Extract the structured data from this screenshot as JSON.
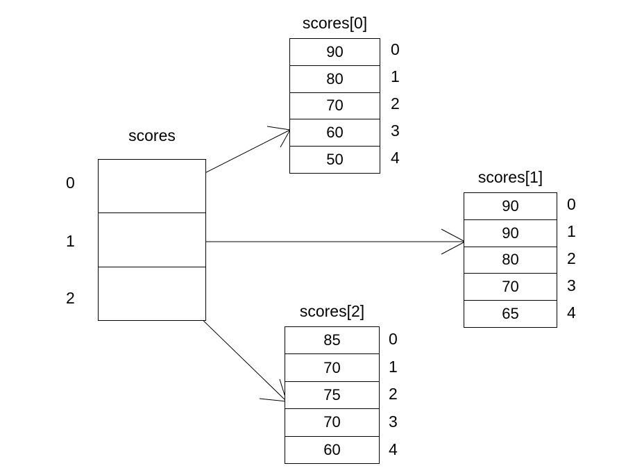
{
  "diagram": {
    "title": "scores",
    "background_color": "#ffffff",
    "stroke_color": "#000000",
    "root_array": {
      "name": "root-array",
      "label": "scores",
      "cells": [
        "",
        "",
        ""
      ],
      "index_labels": [
        "0",
        "1",
        "2"
      ],
      "index_side": "left"
    },
    "sub_arrays": [
      {
        "name": "scores-0",
        "label": "scores[0]",
        "values": [
          "90",
          "80",
          "70",
          "60",
          "50"
        ],
        "index_labels": [
          "0",
          "1",
          "2",
          "3",
          "4"
        ],
        "index_side": "right"
      },
      {
        "name": "scores-1",
        "label": "scores[1]",
        "values": [
          "90",
          "90",
          "80",
          "70",
          "65"
        ],
        "index_labels": [
          "0",
          "1",
          "2",
          "3",
          "4"
        ],
        "index_side": "right"
      },
      {
        "name": "scores-2",
        "label": "scores[2]",
        "values": [
          "85",
          "70",
          "75",
          "70",
          "60"
        ],
        "index_labels": [
          "0",
          "1",
          "2",
          "3",
          "4"
        ],
        "index_side": "right"
      }
    ],
    "pointers": [
      {
        "name": "pointer-0-to-scores0",
        "from_index": "0",
        "to": "scores[0]"
      },
      {
        "name": "pointer-1-to-scores1",
        "from_index": "1",
        "to": "scores[1]"
      },
      {
        "name": "pointer-2-to-scores2",
        "from_index": "2",
        "to": "scores[2]"
      }
    ]
  }
}
